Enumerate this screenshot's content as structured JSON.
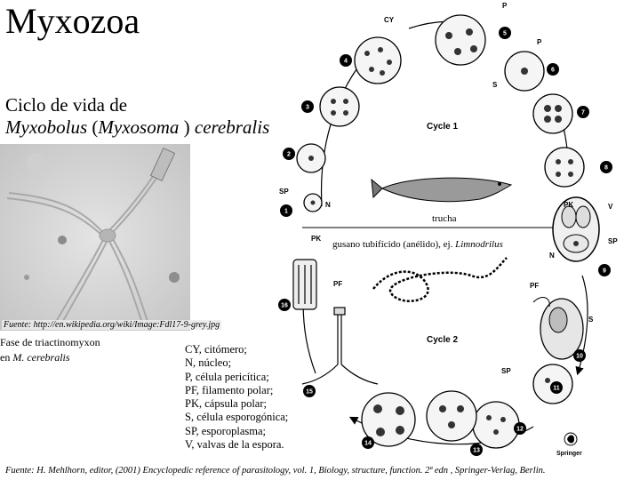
{
  "slide": {
    "title": "Myxozoa",
    "subtitle_line1": "Ciclo de vida de",
    "subtitle_genus": "Myxobolus",
    "subtitle_alt_open": " (",
    "subtitle_alt": "Myxosoma",
    "subtitle_alt_close": " )",
    "subtitle_species": " cerebralis"
  },
  "photo": {
    "credit": "Fuente: http://en.wikipedia.org/wiki/Image:Fdl17-9-grey.jpg",
    "caption_line1": "Fase de triactinomyxon",
    "caption_line2_prefix": "en ",
    "caption_line2_species": "M. cerebralis"
  },
  "legend": [
    "CY, citómero;",
    "N, núcleo;",
    "P, célula pericítica;",
    "PF, filamento polar;",
    "PK, cápsula polar;",
    "S, célula esporogónica;",
    "SP, esporoplasma;",
    "V, valvas de la espora."
  ],
  "diagram": {
    "cycle1_label": "Cycle 1",
    "cycle2_label": "Cycle 2",
    "host_fish": "trucha",
    "host_worm_prefix": "gusano tubifícido (anélido), ej. ",
    "host_worm_genus": "Limnodrilus",
    "publisher": "Springer",
    "stage_numbers": [
      "1",
      "2",
      "3",
      "4",
      "5",
      "6",
      "7",
      "8",
      "9",
      "10",
      "11",
      "12",
      "13",
      "14",
      "15",
      "16"
    ],
    "labels": {
      "cy": "CY",
      "p": "P",
      "p2": "P",
      "s": "S",
      "s2": "S",
      "sp": "SP",
      "sp2": "SP",
      "sp3": "SP",
      "n": "N",
      "n2": "N",
      "pk": "PK",
      "pk2": "PK",
      "v": "V",
      "pf": "PF",
      "pf2": "PF"
    }
  },
  "footer": "Fuente: H. Mehlhorn, editor, (2001) Encyclopedic reference of parasitology, vol. 1, Biology, structure, function. 2ª edn , Springer-Verlag, Berlin."
}
